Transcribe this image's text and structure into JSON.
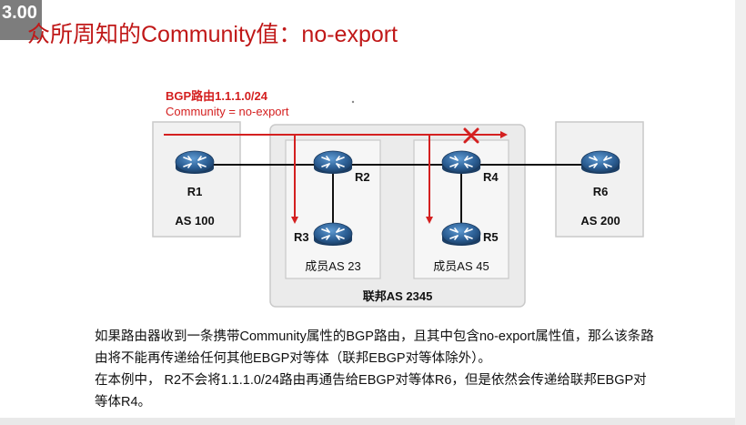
{
  "video": {
    "time_badge": "3.00"
  },
  "slide": {
    "title": "众所周知的Community值：no-export",
    "route_label": "BGP路由1.1.1.0/24",
    "community_label": "Community = no-export",
    "routers": {
      "r1": "R1",
      "r2": "R2",
      "r3": "R3",
      "r4": "R4",
      "r5": "R5",
      "r6": "R6"
    },
    "as_labels": {
      "as100": "AS 100",
      "as200": "AS 200",
      "sub23": "成员AS 23",
      "sub45": "成员AS 45",
      "confed": "联邦AS 2345"
    },
    "paragraph": [
      "如果路由器收到一条携带Community属性的BGP路由，且其中包含no-export属性值，那么该条路",
      "由将不能再传递给任何其他EBGP对等体（联邦EBGP对等体除外）。",
      "在本例中， R2不会将1.1.1.0/24路由再通告给EBGP对等体R6，但是依然会传递给联邦EBGP对",
      "等体R4。"
    ]
  },
  "colors": {
    "title_red": "#c01818",
    "arrow_red": "#d42020",
    "router_blue": "#2c5f95",
    "box_gray": "#f1f1f1"
  }
}
